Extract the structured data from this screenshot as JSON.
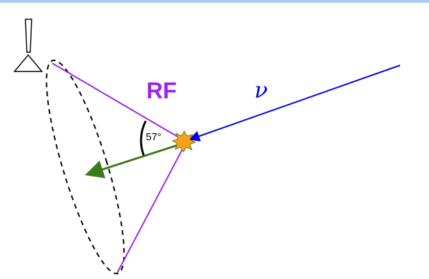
{
  "labels": {
    "rf": "RF",
    "nu": "ν",
    "angle": "57°"
  },
  "colors": {
    "rf_lines": "#a020f0",
    "rf_text": "#a020f0",
    "neutrino": "#0000ee",
    "shower_axis": "#3a7a1a",
    "cone_ellipse": "#000000",
    "burst_fill": "#f7a21b",
    "burst_stroke": "#8a6a00",
    "top_rule": "#a9c9ec"
  },
  "icons": {
    "antenna": "antenna-icon",
    "burst": "interaction-burst-icon"
  }
}
